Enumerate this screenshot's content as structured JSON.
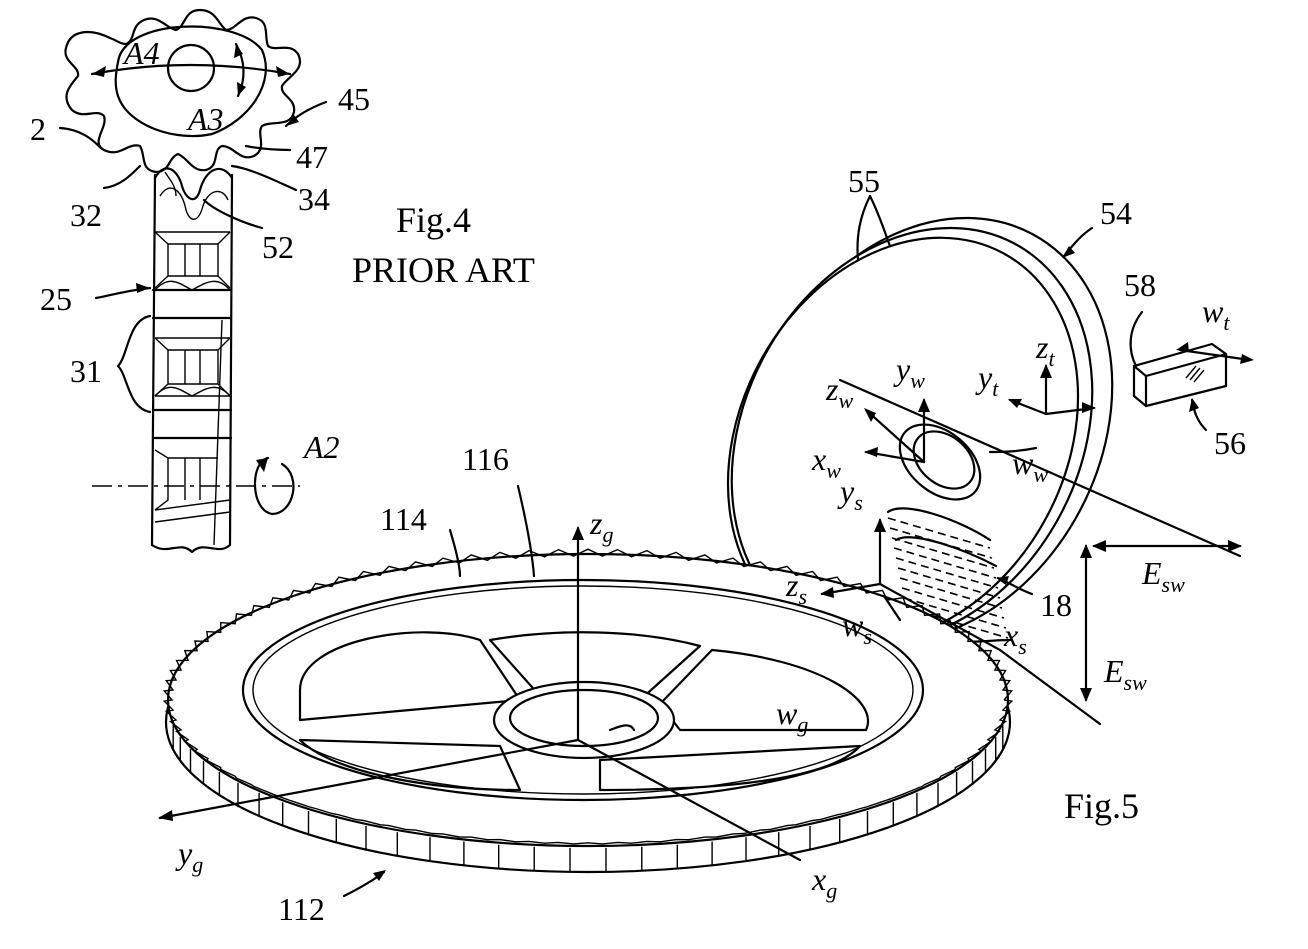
{
  "figure4": {
    "caption": "Fig.4",
    "subcaption": "PRIOR ART",
    "refs": {
      "r2": "2",
      "r25": "25",
      "r31": "31",
      "r32": "32",
      "r34": "34",
      "r45": "45",
      "r47": "47",
      "r52": "52"
    },
    "axes": {
      "a2": "A2",
      "a3": "A3",
      "a4": "A4"
    }
  },
  "figure5": {
    "caption": "Fig.5",
    "refs": {
      "r18": "18",
      "r54": "54",
      "r55": "55",
      "r56": "56",
      "r58": "58",
      "r112": "112",
      "r114": "114",
      "r116": "116"
    },
    "axes": {
      "yw": {
        "base": "y",
        "sub": "w"
      },
      "zw": {
        "base": "z",
        "sub": "w"
      },
      "xw": {
        "base": "x",
        "sub": "w"
      },
      "ww": {
        "base": "w",
        "sub": "w"
      },
      "yt": {
        "base": "y",
        "sub": "t"
      },
      "zt": {
        "base": "z",
        "sub": "t"
      },
      "wt": {
        "base": "w",
        "sub": "t"
      },
      "ys": {
        "base": "y",
        "sub": "s"
      },
      "zs": {
        "base": "z",
        "sub": "s"
      },
      "xs": {
        "base": "x",
        "sub": "s"
      },
      "ws": {
        "base": "w",
        "sub": "s"
      },
      "zg": {
        "base": "z",
        "sub": "g"
      },
      "yg": {
        "base": "y",
        "sub": "g"
      },
      "xg": {
        "base": "x",
        "sub": "g"
      },
      "wg": {
        "base": "w",
        "sub": "g"
      },
      "esw1": {
        "base": "E",
        "sub": "sw"
      },
      "esw2": {
        "base": "E",
        "sub": "sw"
      }
    }
  }
}
